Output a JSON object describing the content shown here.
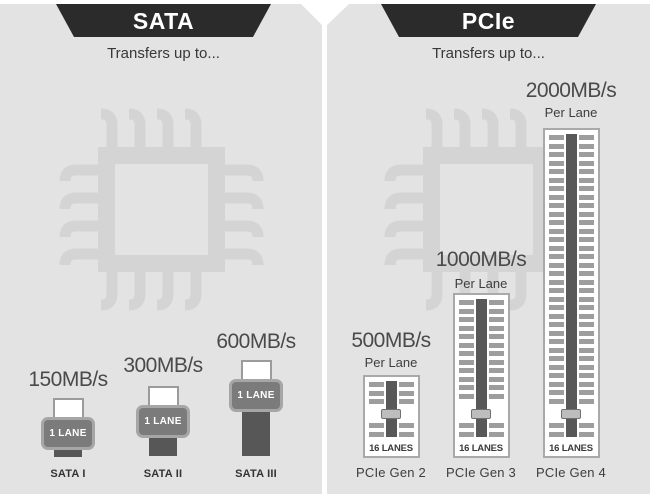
{
  "colors": {
    "panel_bg": "#e3e3e3",
    "banner_bg": "#2b2b2b",
    "banner_text": "#ffffff",
    "chip_icon": "#d4d4d4",
    "speed_text": "#4a4a4a",
    "connector_body": "#7b7b7b",
    "connector_border": "#a6a6a6",
    "connector_stem": "#575757",
    "slot_pad": "#9d9d9d",
    "slot_bar": "#585858",
    "notch_fill": "#bdbdbd"
  },
  "icons": {
    "chip": "chip-icon"
  },
  "sata": {
    "title": "SATA",
    "subtitle": "Transfers up to...",
    "items": [
      {
        "speed": "150MB/s",
        "lane": "1 LANE",
        "name": "SATA I"
      },
      {
        "speed": "300MB/s",
        "lane": "1 LANE",
        "name": "SATA II"
      },
      {
        "speed": "600MB/s",
        "lane": "1 LANE",
        "name": "SATA III"
      }
    ]
  },
  "pcie": {
    "title": "PCIe",
    "subtitle": "Transfers up to...",
    "items": [
      {
        "speed": "500MB/s",
        "per": "Per Lane",
        "lanes": "16 LANES",
        "name": "PCIe Gen 2"
      },
      {
        "speed": "1000MB/s",
        "per": "Per Lane",
        "lanes": "16 LANES",
        "name": "PCIe Gen 3"
      },
      {
        "speed": "2000MB/s",
        "per": "Per Lane",
        "lanes": "16 LANES",
        "name": "PCIe Gen 4"
      }
    ]
  }
}
